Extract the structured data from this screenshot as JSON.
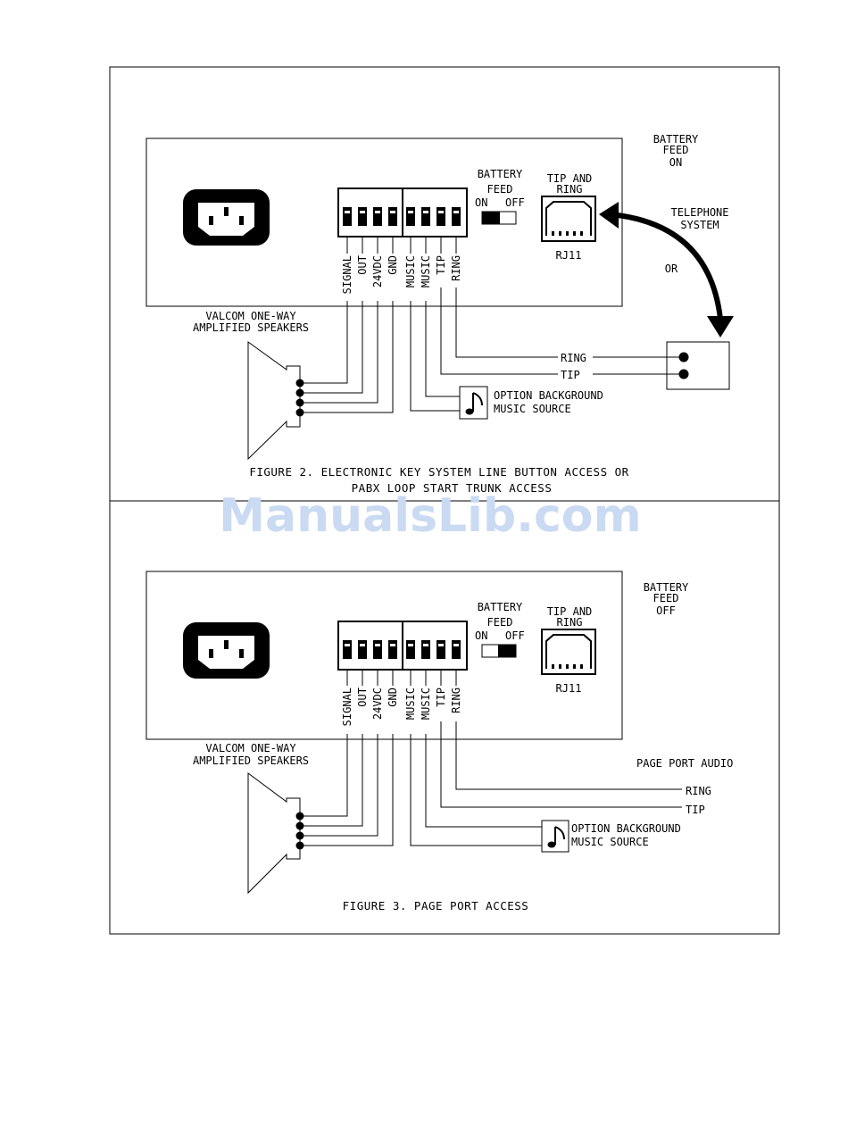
{
  "figure2": {
    "battery_feed_note": [
      "BATTERY",
      "FEED",
      "ON"
    ],
    "battery_switch": {
      "title": [
        "BATTERY",
        "FEED"
      ],
      "on": "ON",
      "off": "OFF",
      "state": "ON"
    },
    "jack": {
      "title": [
        "TIP AND",
        "RING"
      ],
      "label": "RJ11"
    },
    "terminals": [
      "SIGNAL",
      "OUT",
      "24VDC",
      "GND",
      "MUSIC",
      "MUSIC",
      "TIP",
      "RING"
    ],
    "speakers_label": [
      "VALCOM ONE-WAY",
      "AMPLIFIED SPEAKERS"
    ],
    "telephone_system": [
      "TELEPHONE",
      "SYSTEM"
    ],
    "or": "OR",
    "ring": "RING",
    "tip": "TIP",
    "music_source": [
      "OPTION BACKGROUND",
      "MUSIC SOURCE"
    ],
    "caption": [
      "FIGURE 2. ELECTRONIC KEY SYSTEM LINE BUTTON ACCESS OR",
      "PABX LOOP START TRUNK ACCESS"
    ]
  },
  "figure3": {
    "battery_feed_note": [
      "BATTERY",
      "FEED",
      "OFF"
    ],
    "battery_switch": {
      "title": [
        "BATTERY",
        "FEED"
      ],
      "on": "ON",
      "off": "OFF",
      "state": "OFF"
    },
    "jack": {
      "title": [
        "TIP AND",
        "RING"
      ],
      "label": "RJ11"
    },
    "terminals": [
      "SIGNAL",
      "OUT",
      "24VDC",
      "GND",
      "MUSIC",
      "MUSIC",
      "TIP",
      "RING"
    ],
    "speakers_label": [
      "VALCOM ONE-WAY",
      "AMPLIFIED SPEAKERS"
    ],
    "page_port_audio": "PAGE PORT AUDIO",
    "ring": "RING",
    "tip": "TIP",
    "music_source": [
      "OPTION BACKGROUND",
      "MUSIC SOURCE"
    ],
    "caption": "FIGURE 3. PAGE PORT ACCESS"
  },
  "watermark": "ManualsLib.com"
}
